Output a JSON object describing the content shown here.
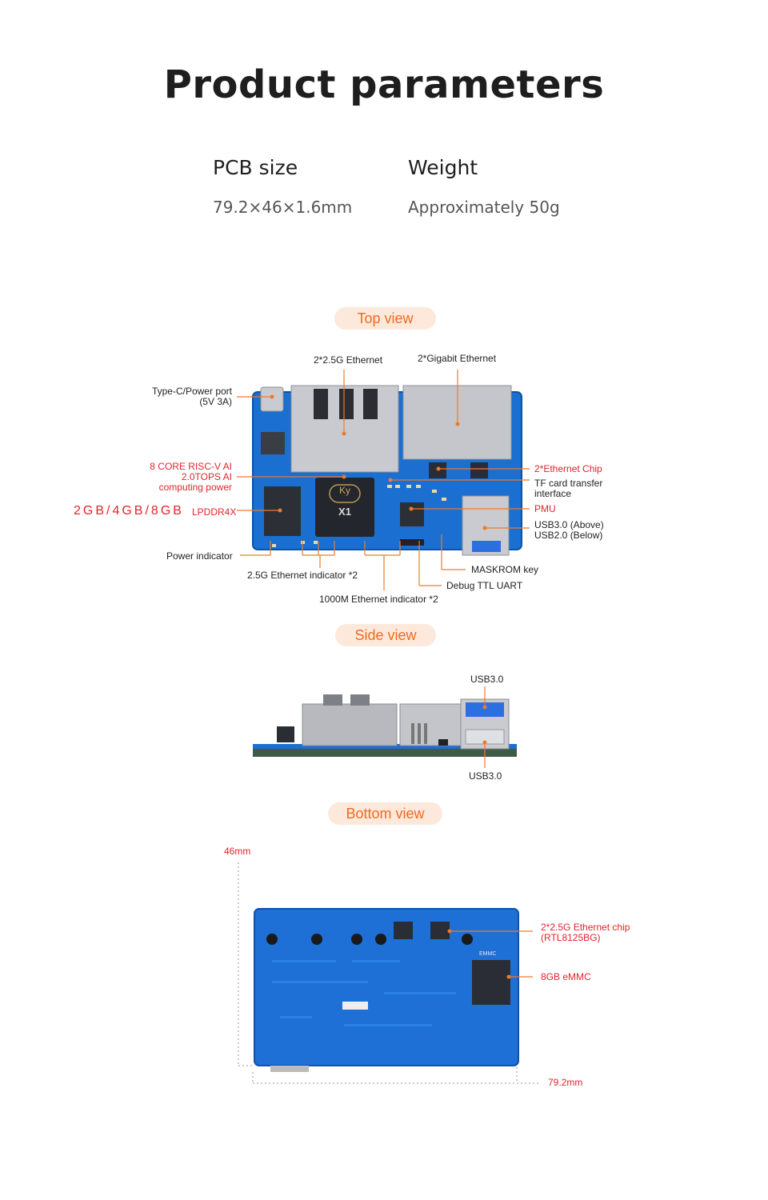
{
  "header": {
    "title": "Product parameters"
  },
  "specs": [
    {
      "label": "PCB size",
      "value": "79.2×46×1.6mm"
    },
    {
      "label": "Weight",
      "value": "Approximately 50g"
    }
  ],
  "sections": {
    "top_view": "Top view",
    "side_view": "Side view",
    "bottom_view": "Bottom view"
  },
  "top_labels": {
    "ethernet_25g": "2*2.5G Ethernet",
    "gigabit_ethernet": "2*Gigabit Ethernet",
    "typec_line1": "Type-C/Power port",
    "typec_line2": "(5V 3A)",
    "cpu_line1": "8 CORE  RISC-V AI",
    "cpu_line2": "2.0TOPS AI",
    "cpu_line3": "computing power",
    "ram_sizes": "2GB/4GB/8GB",
    "ram_type": "LPDDR4X",
    "power_indicator": "Power indicator",
    "eth25_indicator": "2.5G Ethernet indicator *2",
    "eth1000_indicator": "1000M Ethernet indicator *2",
    "ethernet_chip": "2*Ethernet Chip",
    "tf_line1": "TF card transfer",
    "tf_line2": "interface",
    "pmu": "PMU",
    "usb_line1": "USB3.0 (Above)",
    "usb_line2": "USB2.0 (Below)",
    "maskrom": "MASKROM key",
    "debug_uart": "Debug TTL UART",
    "chip_brand": "Ky",
    "chip_model": "X1"
  },
  "side_labels": {
    "usb_top": "USB3.0",
    "usb_bottom": "USB3.0"
  },
  "bottom_labels": {
    "height_dim": "46mm",
    "width_dim": "79.2mm",
    "eth_chip_line1": "2*2.5G Ethernet chip",
    "eth_chip_line2": "(RTL8125BG)",
    "emmc": "8GB eMMC",
    "emmc_silk": "EMMC"
  },
  "colors": {
    "accent": "#ef6a1e",
    "pill_bg": "#fde9dc",
    "callout_red": "#e0242b",
    "pcb_blue": "#1a6fd0",
    "leader": "#ef7a2a"
  }
}
